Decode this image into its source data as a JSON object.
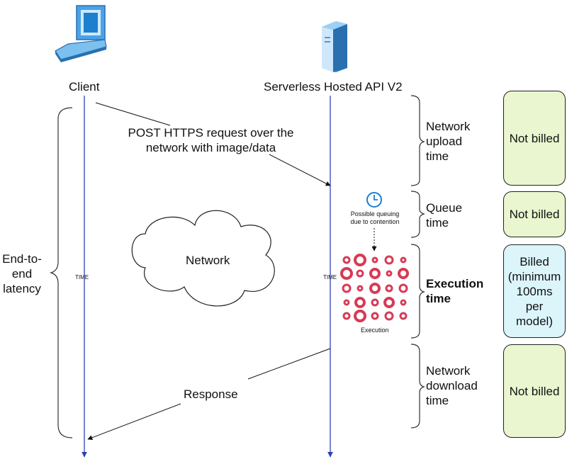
{
  "client": {
    "label": "Client",
    "icon": "laptop-icon"
  },
  "server": {
    "label": "Serverless Hosted API V2",
    "icon": "server-icon"
  },
  "request_label": "POST HTTPS request over the network with image/data",
  "response_label": "Response",
  "network_label": "Network",
  "time_label": "TIME",
  "latency_label": "End-to-end latency",
  "queue_note": "Possible queuing due to contention",
  "queue_icon": "clock-icon",
  "execution_note": "Execution",
  "execution_icon": "execution-dots-icon",
  "phases": [
    {
      "label": "Network upload time",
      "billing": "Not billed",
      "bold": false,
      "billing_color": "#e9f6cf"
    },
    {
      "label": "Queue time",
      "billing": "Not billed",
      "bold": false,
      "billing_color": "#e9f6cf"
    },
    {
      "label": "Execution time",
      "billing": "Billed (minimum 100ms per model)",
      "bold": true,
      "billing_color": "#dcf5fb"
    },
    {
      "label": "Network download time",
      "billing": "Not billed",
      "bold": false,
      "billing_color": "#e9f6cf"
    }
  ],
  "colors": {
    "timeline": "#2f3fb8",
    "laptop": "#3b8fd8",
    "execution_dots": "#d83a55",
    "clock": "#1a7fd1"
  }
}
